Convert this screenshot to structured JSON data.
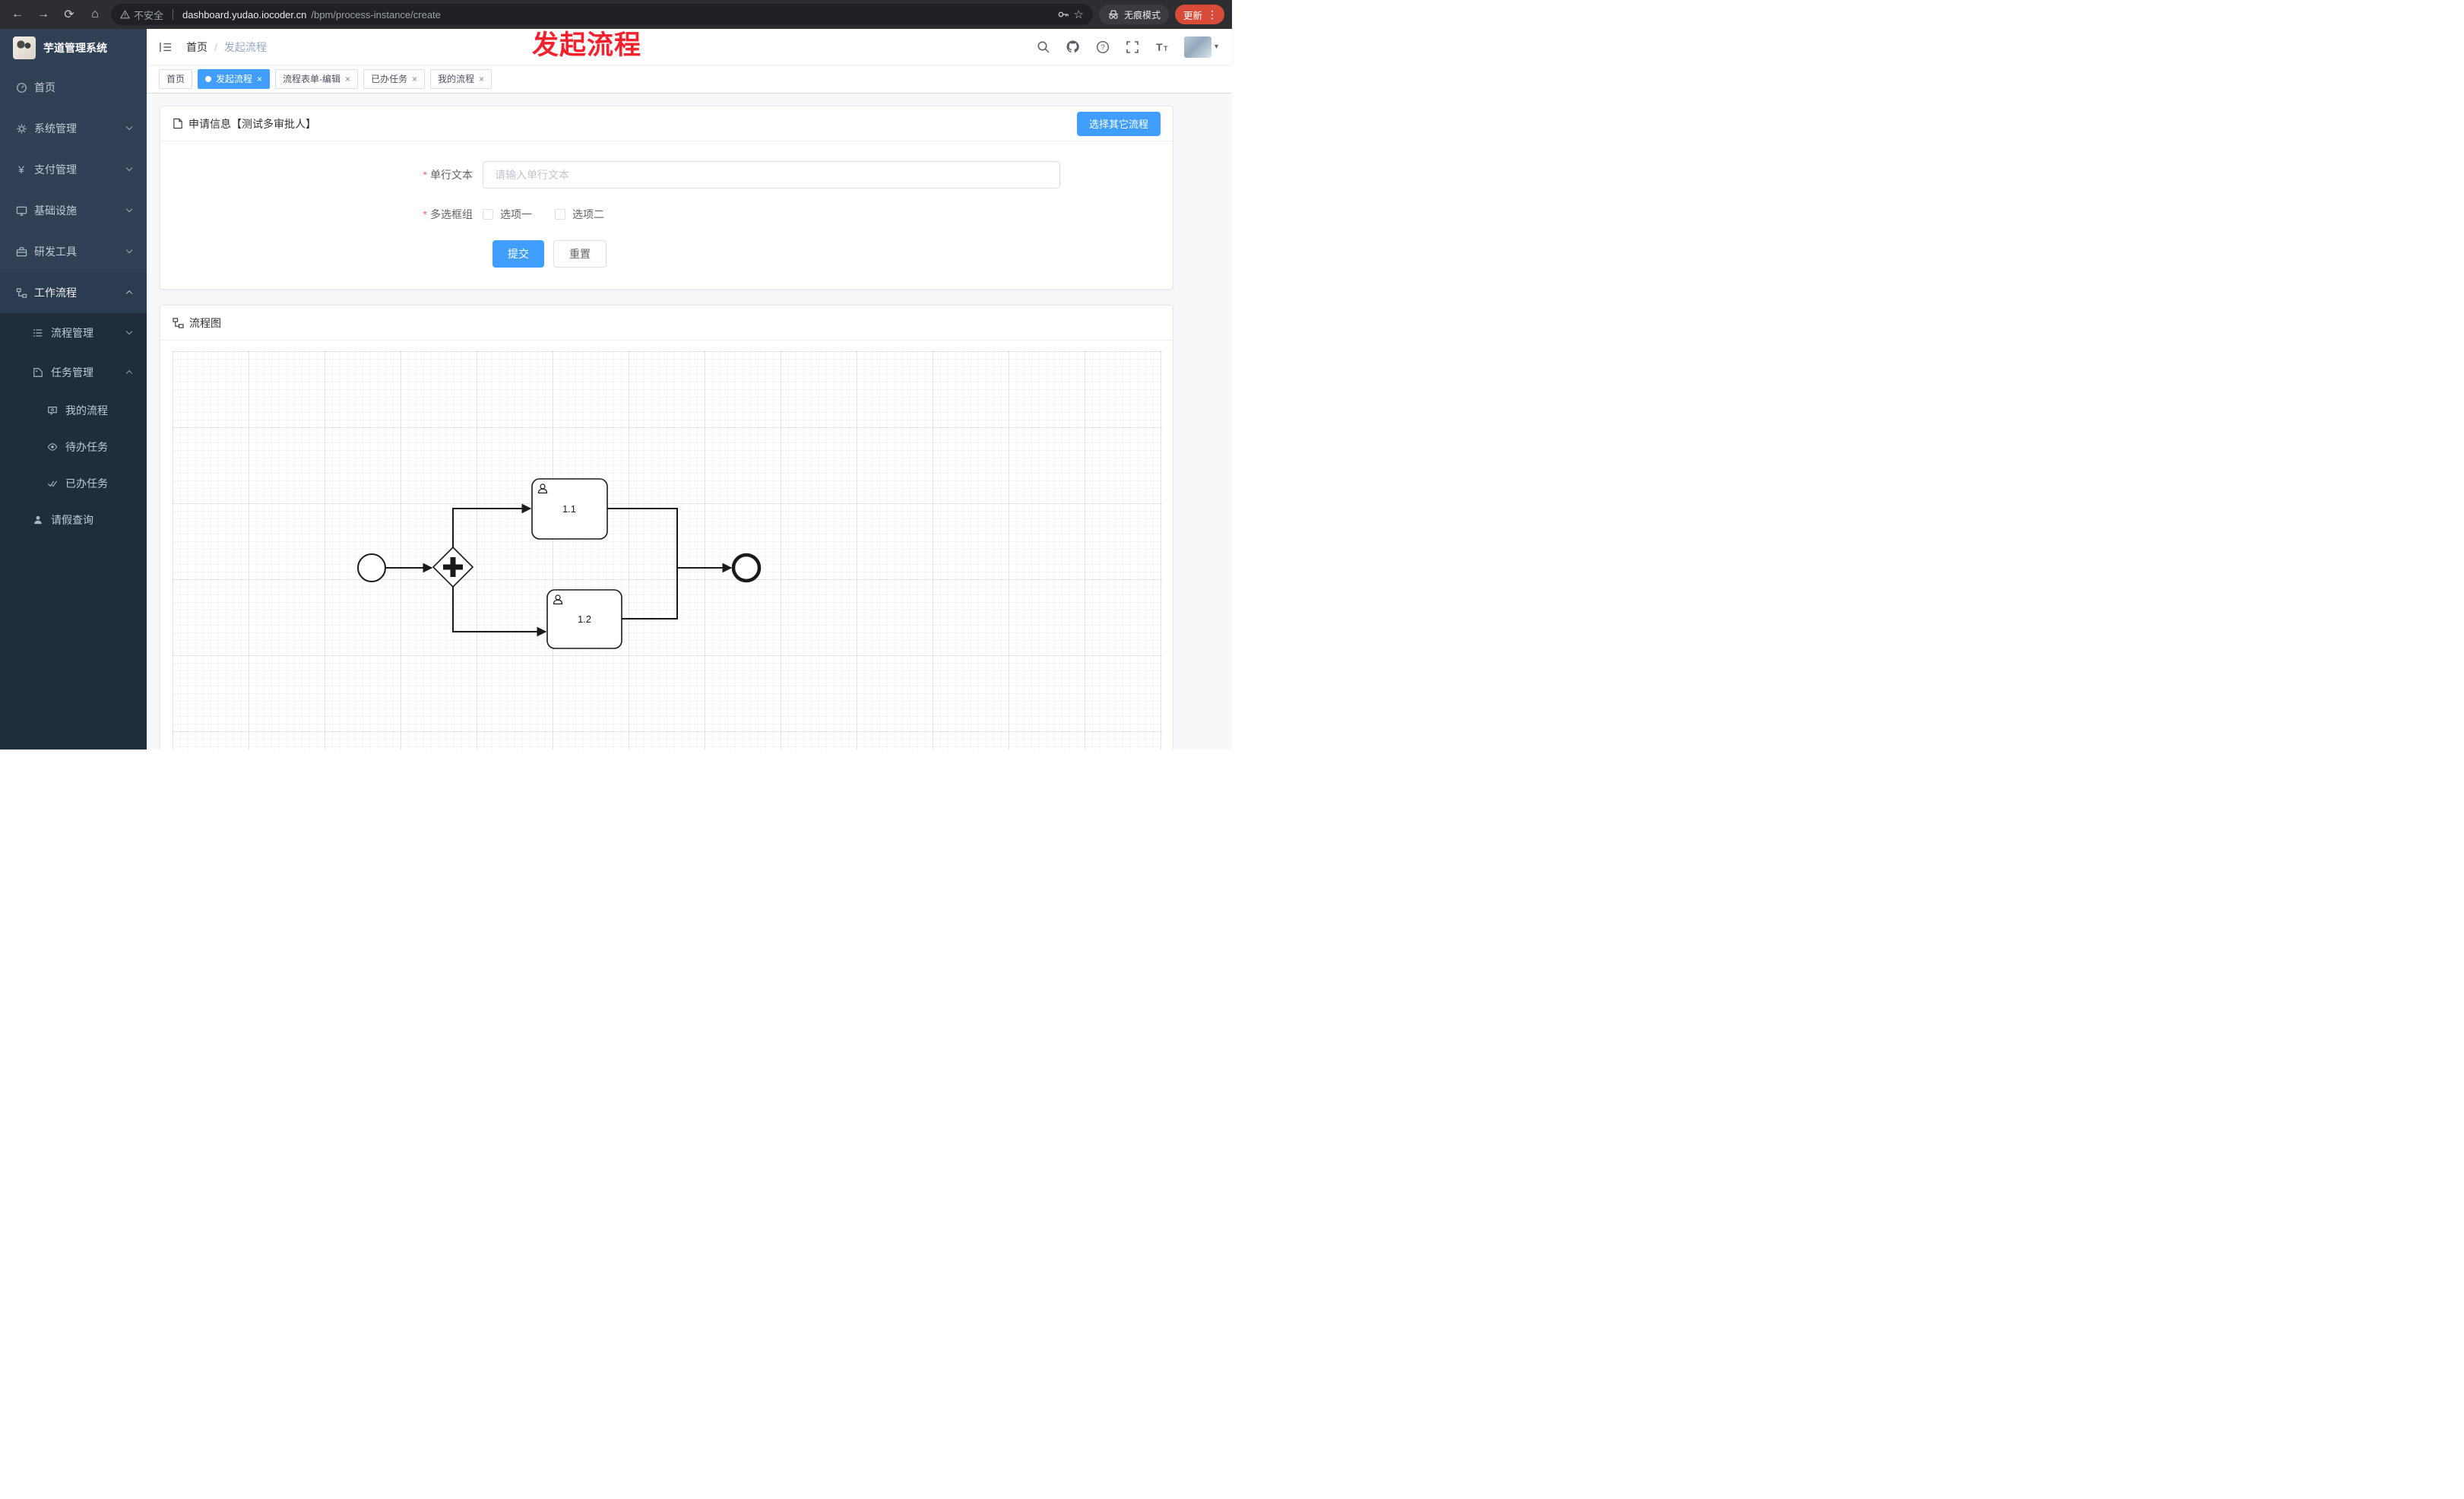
{
  "browser": {
    "security_label": "不安全",
    "url_host": "dashboard.yudao.iocoder.cn",
    "url_path": "/bpm/process-instance/create",
    "incognito_label": "无痕模式",
    "update_label": "更新"
  },
  "annotation": {
    "text": "发起流程"
  },
  "sidebar": {
    "logo_title": "芋道管理系统",
    "items": [
      {
        "label": "首页"
      },
      {
        "label": "系统管理"
      },
      {
        "label": "支付管理"
      },
      {
        "label": "基础设施"
      },
      {
        "label": "研发工具"
      },
      {
        "label": "工作流程"
      }
    ],
    "groups": [
      {
        "label": "流程管理"
      },
      {
        "label": "任务管理"
      }
    ],
    "task_children": [
      {
        "label": "我的流程"
      },
      {
        "label": "待办任务"
      },
      {
        "label": "已办任务"
      }
    ],
    "leave_item": {
      "label": "请假查询"
    }
  },
  "header": {
    "breadcrumb_home": "首页",
    "breadcrumb_sep": "/",
    "breadcrumb_current": "发起流程"
  },
  "tabs": [
    {
      "label": "首页"
    },
    {
      "label": "发起流程"
    },
    {
      "label": "流程表单-编辑"
    },
    {
      "label": "已办任务"
    },
    {
      "label": "我的流程"
    }
  ],
  "form_card": {
    "title": "申请信息【测试多审批人】",
    "choose_other_button": "选择其它流程",
    "text_field": {
      "label": "单行文本",
      "placeholder": "请输入单行文本"
    },
    "checkbox_group": {
      "label": "多选框组",
      "options": [
        {
          "label": "选项一"
        },
        {
          "label": "选项二"
        }
      ]
    },
    "submit_label": "提交",
    "reset_label": "重置"
  },
  "diagram_card": {
    "title": "流程图",
    "tasks": [
      {
        "label": "1.1"
      },
      {
        "label": "1.2"
      }
    ]
  },
  "colors": {
    "accent": "#409eff",
    "sidebar_bg": "#304156",
    "submenu_bg": "#1f2d3d",
    "annotation_red": "#f5222d"
  }
}
